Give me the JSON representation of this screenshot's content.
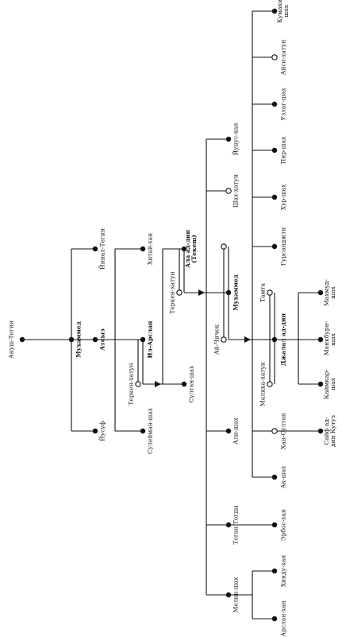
{
  "people": {
    "anush": "Ануш-Тегин",
    "muhammad1": "Мухаммед",
    "atsyz": "Атсыз",
    "yusuf": "Йусуф",
    "yinal": "Йинал-Тегин",
    "tergen1": "Теркен-хатун",
    "il_arslan": "Ил-Арслан",
    "suleyman": "Сулейман-шах",
    "khitay": "Хитай-хан",
    "tergen2": "Теркен-хатун",
    "ala_ad_din": "Ала ад-дин (Текеш)",
    "sultan_shah": "Султан-шах",
    "yunus": "Йунус-хан",
    "shah_khatun": "Шах-хатун",
    "ay_chichek": "Ай-Чичек",
    "muhammad2": "Мухаммед",
    "ali_shah": "Али-шах",
    "togan": "Тоган Тогды",
    "melik": "Мелик-шах",
    "kumaki": "Кумаки-шах",
    "aysi": "Айси-хатун",
    "uzlag": "Узлаг-шах",
    "pir": "Пир-шах",
    "khur": "Хур-шах",
    "gursandzhti": "Гурсанджти",
    "tamta": "Тамта",
    "malika": "Малика-хатун",
    "jalal": "Джалал ад-дин",
    "khan_sultan": "Хан-Султан",
    "ak_shah": "Ак-шах",
    "erbos": "Эрбос-хан",
    "khindu": "Хинду-хан",
    "arslan": "Арслан-хан",
    "makhmud": "Махмуд-шах",
    "mankburn": "Манкбурн-шах",
    "kaimkar": "Каймкар-шах",
    "sayf": "Сайф ад-дин Кутуз"
  }
}
